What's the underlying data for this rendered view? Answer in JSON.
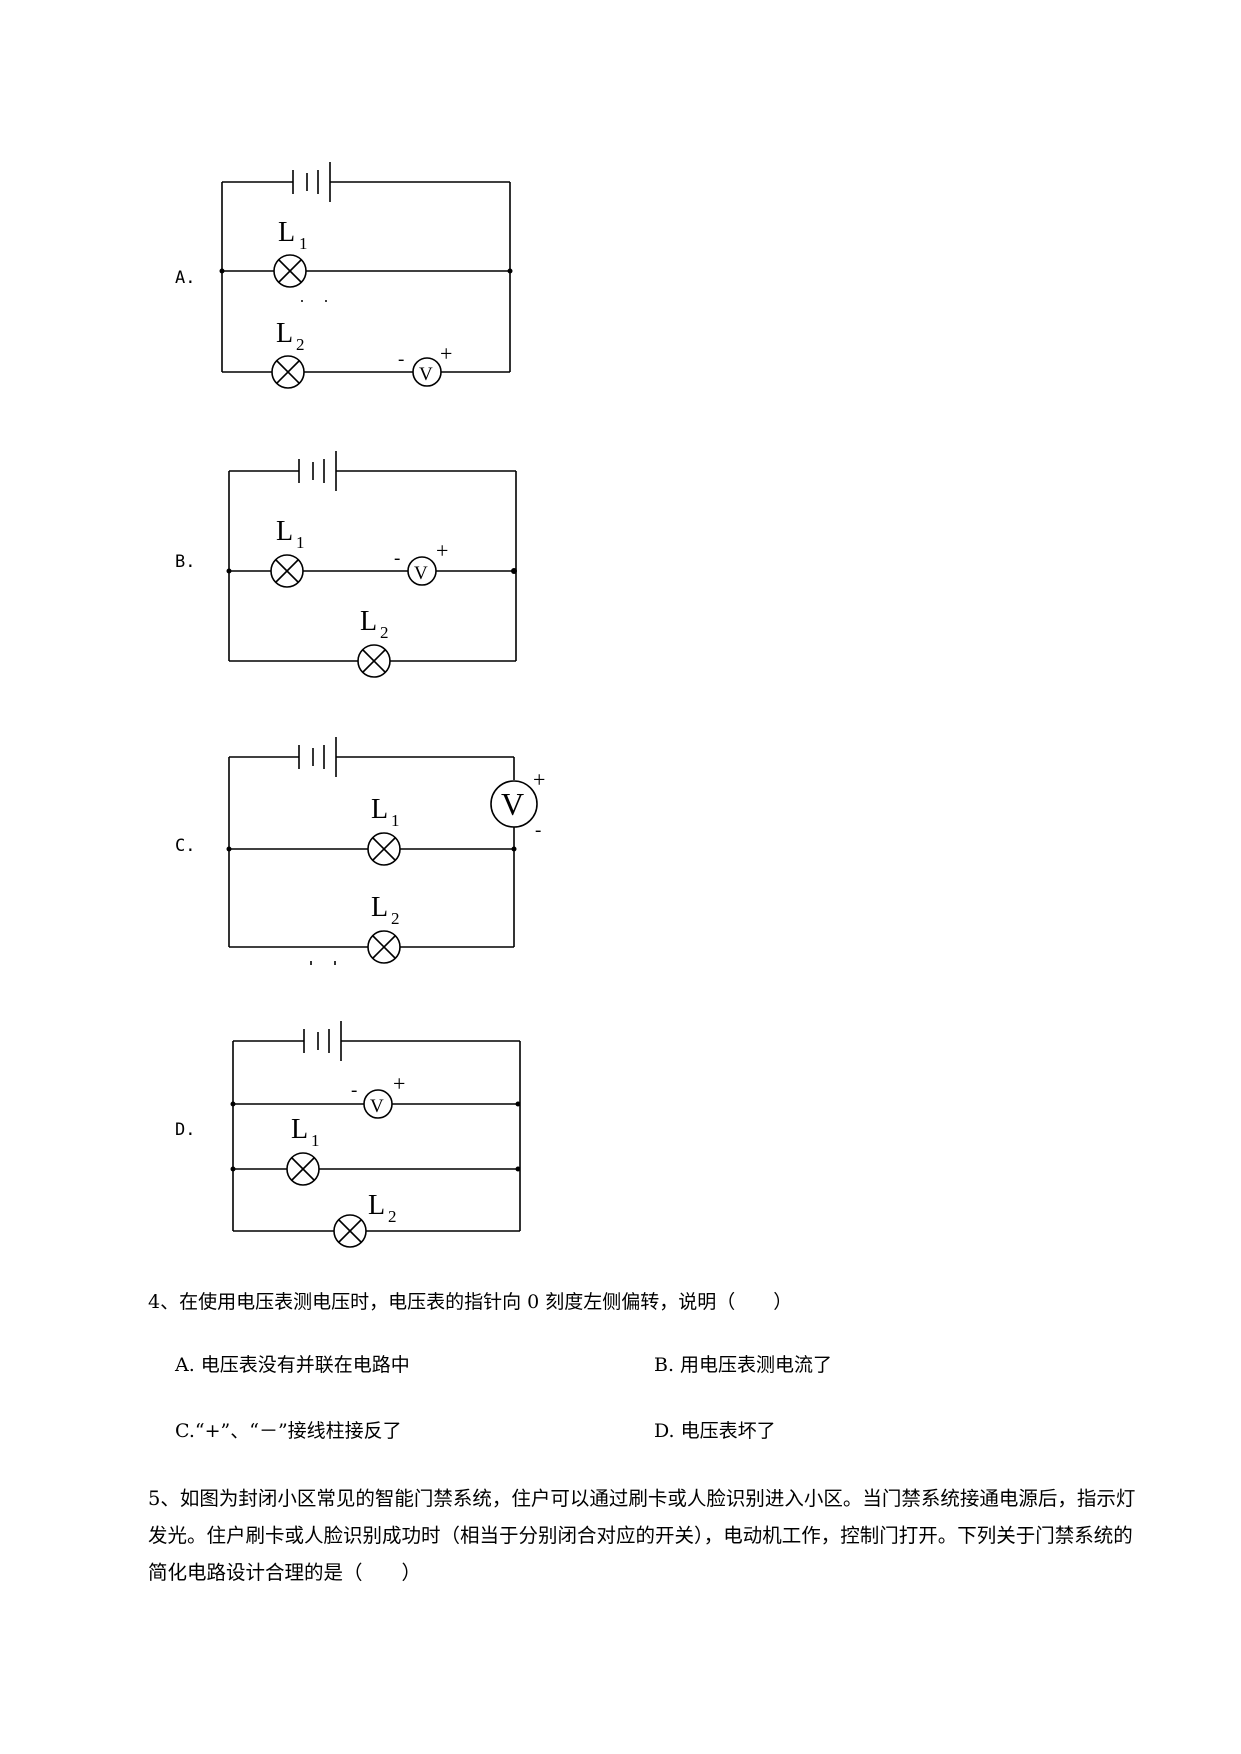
{
  "circuits": [
    {
      "option": "A.",
      "lamps": [
        "L",
        "L"
      ],
      "lamp_subs": [
        "1",
        "2"
      ],
      "meter": "V",
      "meter_plus": "+",
      "meter_minus": "-"
    },
    {
      "option": "B.",
      "lamps": [
        "L",
        "L"
      ],
      "lamp_subs": [
        "1",
        "2"
      ],
      "meter": "V",
      "meter_plus": "+",
      "meter_minus": "-"
    },
    {
      "option": "C.",
      "lamps": [
        "L",
        "L"
      ],
      "lamp_subs": [
        "1",
        "2"
      ],
      "meter": "V",
      "meter_plus": "+",
      "meter_minus": "-"
    },
    {
      "option": "D.",
      "lamps": [
        "L",
        "L"
      ],
      "lamp_subs": [
        "1",
        "2"
      ],
      "meter": "V",
      "meter_plus": "+",
      "meter_minus": "-"
    }
  ],
  "question4": {
    "stem": "4、在使用电压表测电压时，电压表的指针向 0 刻度左侧偏转，说明（　　）",
    "choices": [
      "A. 电压表没有并联在电路中",
      "B. 用电压表测电流了",
      "C.“+”、“－”接线柱接反了",
      "D. 电压表坏了"
    ]
  },
  "question5": {
    "stem": "5、如图为封闭小区常见的智能门禁系统，住户可以通过刷卡或人脸识别进入小区。当门禁系统接通电源后，指示灯发光。住户刷卡或人脸识别成功时（相当于分别闭合对应的开关），电动机工作，控制门打开。下列关于门禁系统的简化电路设计合理的是（　　）"
  }
}
